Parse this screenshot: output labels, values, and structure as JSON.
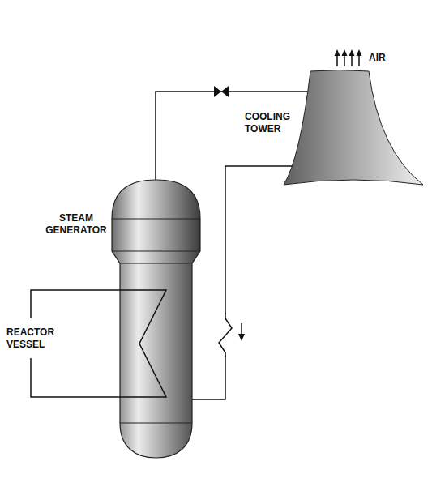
{
  "diagram": {
    "nodes": [
      {
        "text": [
          "COOLING TOWER"
        ]
      },
      {
        "text": [
          "STEAM GENERATOR"
        ]
      },
      {
        "text": [
          "REACTOR VESSEL"
        ]
      }
    ],
    "edges": [
      {
        "from": 1,
        "to": 0,
        "arrow": "none"
      },
      {
        "from": 0,
        "to": 1,
        "arrow": "none"
      }
    ],
    "labels": [
      "AIR"
    ]
  }
}
